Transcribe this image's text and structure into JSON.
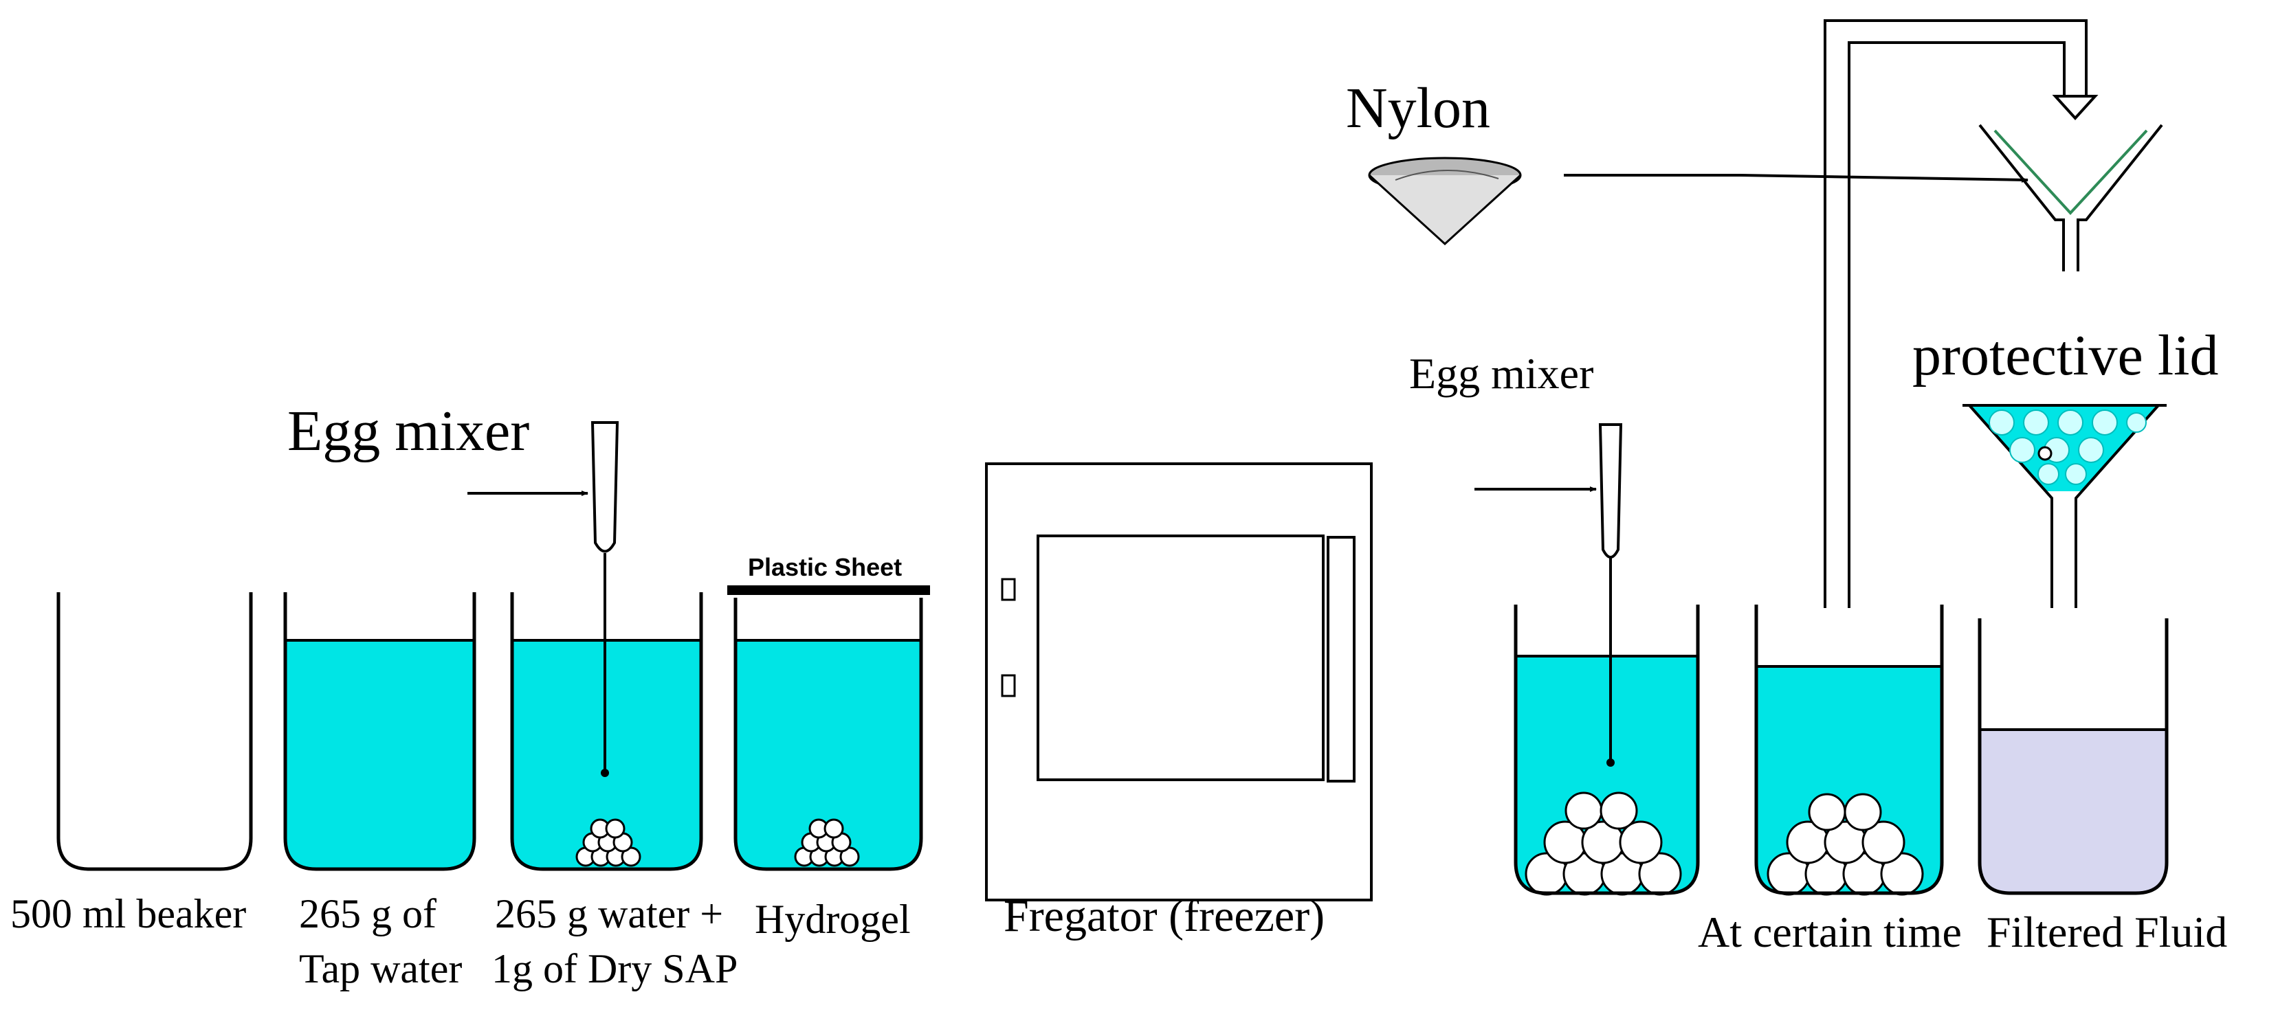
{
  "labels": {
    "egg_mixer_left": "Egg mixer",
    "egg_mixer_right": "Egg mixer",
    "nylon": "Nylon",
    "protective_lid": "protective lid",
    "plastic_sheet": "Plastic Sheet",
    "beaker_500ml": "500 ml beaker",
    "tap_water_line1": "265 g of",
    "tap_water_line2": "Tap water",
    "water_sap_line1": "265 g  water +",
    "water_sap_line2": "1g of Dry SAP",
    "hydrogel": "Hydrogel",
    "freezer": "Fregator (freezer)",
    "certain_time": "At certain time",
    "filtered_fluid": "Filtered Fluid"
  },
  "colors": {
    "water": "#00e5e5",
    "filtered_fluid": "#d7d7f0",
    "line": "#000000",
    "nylon_filter": "#2e8b57"
  }
}
